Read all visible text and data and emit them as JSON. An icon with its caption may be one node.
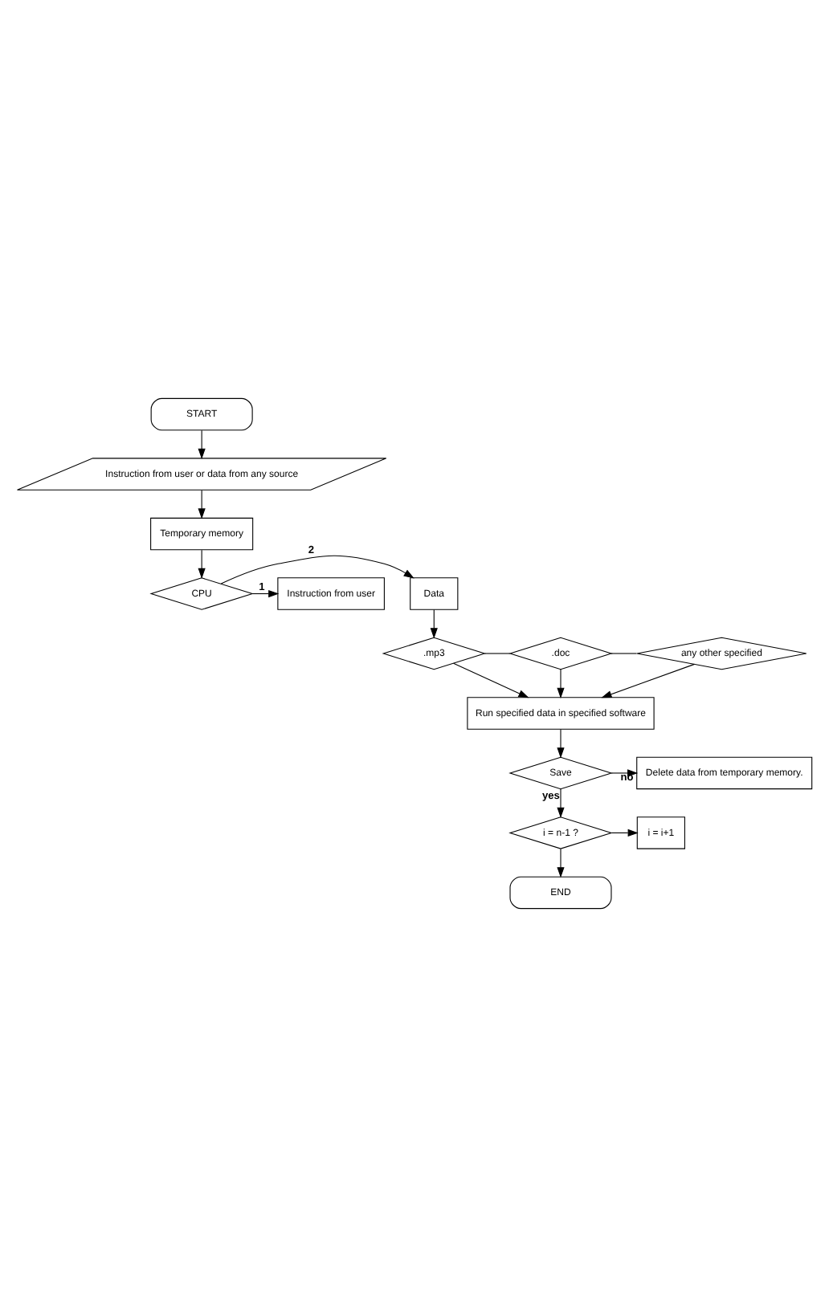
{
  "diagram": {
    "nodes": [
      {
        "text": [
          "START"
        ]
      },
      {
        "text": [
          "Instruction from user or data from any source"
        ]
      },
      {
        "text": [
          "Temporary memory"
        ]
      },
      {
        "text": [
          "CPU"
        ]
      },
      {
        "text": [
          "Data"
        ]
      },
      {
        "text": [
          "Instruction from user"
        ]
      },
      {
        "text": [
          ".mp3"
        ]
      },
      {
        "text": [
          ".doc"
        ]
      },
      {
        "text": [
          "any other specified"
        ]
      },
      {
        "text": [
          "Run specified data in specified software"
        ]
      },
      {
        "text": [
          "Save"
        ]
      },
      {
        "text": [
          "Delete data from temporary memory."
        ]
      },
      {
        "text": [
          "i = n-1 ?"
        ]
      },
      {
        "text": [
          "i = i+1"
        ]
      },
      {
        "text": [
          "END"
        ]
      }
    ],
    "edges": [
      {
        "from": 0,
        "to": 1,
        "arrow": "to"
      },
      {
        "from": 1,
        "to": 2,
        "arrow": "to"
      },
      {
        "from": 2,
        "to": 3,
        "arrow": "to"
      },
      {
        "from": 3,
        "to": 4,
        "arrow": "to",
        "label": "2"
      },
      {
        "from": 3,
        "to": 5,
        "arrow": "to",
        "label": "1"
      },
      {
        "from": 4,
        "to": 6,
        "arrow": "to"
      },
      {
        "from": 6,
        "to": 7,
        "arrow": "none"
      },
      {
        "from": 7,
        "to": 8,
        "arrow": "none"
      },
      {
        "from": 6,
        "to": 9,
        "arrow": "to"
      },
      {
        "from": 7,
        "to": 9,
        "arrow": "to"
      },
      {
        "from": 8,
        "to": 9,
        "arrow": "to"
      },
      {
        "from": 9,
        "to": 10,
        "arrow": "to"
      },
      {
        "from": 10,
        "to": 11,
        "arrow": "to",
        "label": "no"
      },
      {
        "from": 10,
        "to": 12,
        "arrow": "to",
        "label": "yes"
      },
      {
        "from": 12,
        "to": 13,
        "arrow": "to"
      },
      {
        "from": 12,
        "to": 14,
        "arrow": "to"
      }
    ]
  }
}
